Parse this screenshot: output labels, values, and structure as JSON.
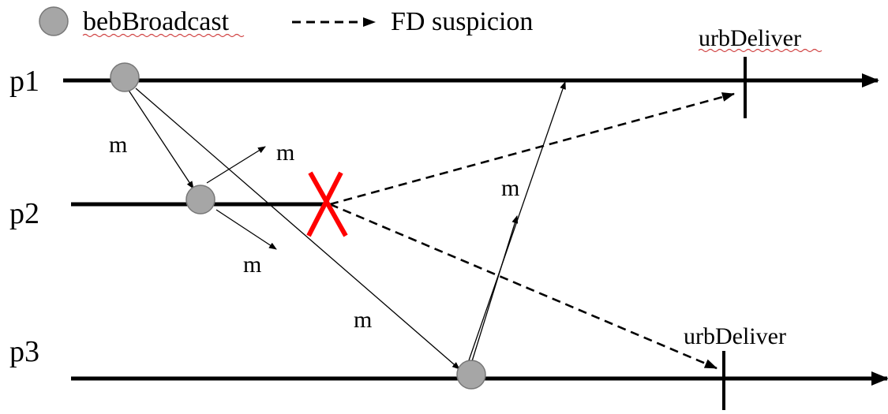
{
  "legend": {
    "broadcast_label": "bebBroadcast",
    "suspicion_label": "FD suspicion"
  },
  "processes": [
    {
      "label": "p1"
    },
    {
      "label": "p2"
    },
    {
      "label": "p3"
    }
  ],
  "messages": {
    "p1_to_p2": "m",
    "p2_out_upper": "m",
    "p2_out_lower": "m",
    "p3_to_p1": "m",
    "p1_to_p3": "m"
  },
  "deliveries": {
    "p1": "urbDeliver",
    "p3": "urbDeliver"
  },
  "colors": {
    "line": "#000000",
    "event_fill": "#a6a6a6",
    "crash": "#ff0000",
    "spellcheck": "#d04040"
  }
}
